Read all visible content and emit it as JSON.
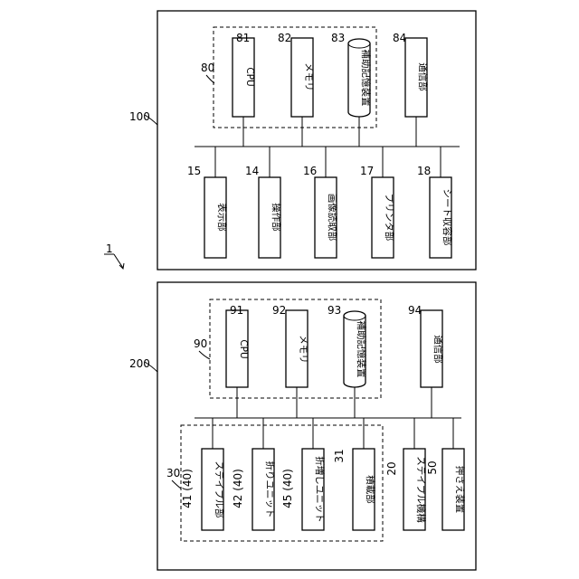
{
  "system_ref": "1",
  "apparatus_100": {
    "ref": "100",
    "controller": {
      "ref": "80"
    },
    "cpu": {
      "ref": "81",
      "label": "CPU"
    },
    "memory": {
      "ref": "82",
      "label": "メモリ"
    },
    "storage": {
      "ref": "83",
      "label": "補助記憶装置"
    },
    "comm": {
      "ref": "84",
      "label": "通信部"
    },
    "display": {
      "ref": "15",
      "label": "表示部"
    },
    "operation": {
      "ref": "14",
      "label": "操作部"
    },
    "scanner": {
      "ref": "16",
      "label": "画像読取部"
    },
    "printer": {
      "ref": "17",
      "label": "プリンタ部"
    },
    "sheet_store": {
      "ref": "18",
      "label": "シート収容部"
    }
  },
  "apparatus_200": {
    "ref": "200",
    "controller": {
      "ref": "90"
    },
    "cpu": {
      "ref": "91",
      "label": "CPU"
    },
    "memory": {
      "ref": "92",
      "label": "メモリ"
    },
    "storage": {
      "ref": "93",
      "label": "補助記憶装置"
    },
    "comm": {
      "ref": "94",
      "label": "通信部"
    },
    "unit_group": {
      "ref": "30"
    },
    "stapler": {
      "ref": "41 (40)",
      "label": "ステイプル部"
    },
    "folder": {
      "ref": "42 (40)",
      "label": "折りユニット"
    },
    "crease": {
      "ref": "45 (40)",
      "label": "折増しユニット"
    },
    "stacker": {
      "ref": "31",
      "label": "積載部"
    },
    "staple_mech": {
      "ref": "20",
      "label": "ステイプル機構"
    },
    "presser": {
      "ref": "50",
      "label": "押さえ装置"
    }
  }
}
